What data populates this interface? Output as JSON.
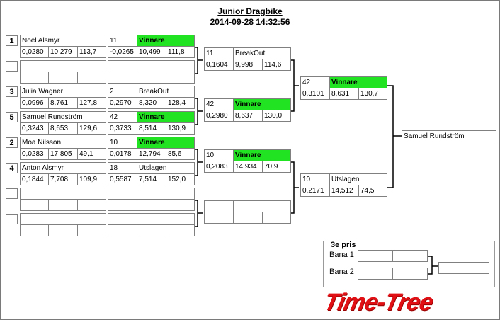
{
  "header": {
    "title": "Junior Dragbike",
    "datetime": "2014-09-28 14:32:56"
  },
  "round1": [
    {
      "seed": "1",
      "name": "Noel Alsmyr",
      "r": "0,0280",
      "et": "10,279",
      "spd": "113,7"
    },
    {
      "seed": "",
      "name": "",
      "r": "",
      "et": "",
      "spd": ""
    },
    {
      "seed": "3",
      "name": "Julia Wagner",
      "r": "0,0996",
      "et": "8,761",
      "spd": "127,8"
    },
    {
      "seed": "5",
      "name": "Samuel Rundström",
      "r": "0,3243",
      "et": "8,653",
      "spd": "129,6"
    },
    {
      "seed": "2",
      "name": "Moa Nilsson",
      "r": "0,0283",
      "et": "17,805",
      "spd": "49,1"
    },
    {
      "seed": "4",
      "name": "Anton Alsmyr",
      "r": "0,1844",
      "et": "7,708",
      "spd": "109,9"
    },
    {
      "seed": "",
      "name": "",
      "r": "",
      "et": "",
      "spd": ""
    },
    {
      "seed": "",
      "name": "",
      "r": "",
      "et": "",
      "spd": ""
    }
  ],
  "round2": [
    {
      "num": "11",
      "status": "Vinnare",
      "win": true,
      "r": "-0,0265",
      "et": "10,499",
      "spd": "111,8"
    },
    {
      "num": "",
      "status": "",
      "win": false,
      "r": "",
      "et": "",
      "spd": ""
    },
    {
      "num": "2",
      "status": "BreakOut",
      "win": false,
      "r": "0,2970",
      "et": "8,320",
      "spd": "128,4"
    },
    {
      "num": "42",
      "status": "Vinnare",
      "win": true,
      "r": "0,3733",
      "et": "8,514",
      "spd": "130,9"
    },
    {
      "num": "10",
      "status": "Vinnare",
      "win": true,
      "r": "0,0178",
      "et": "12,794",
      "spd": "85,6"
    },
    {
      "num": "18",
      "status": "Utslagen",
      "win": false,
      "r": "0,5587",
      "et": "7,514",
      "spd": "152,0"
    },
    {
      "num": "",
      "status": "",
      "win": false,
      "r": "",
      "et": "",
      "spd": ""
    },
    {
      "num": "",
      "status": "",
      "win": false,
      "r": "",
      "et": "",
      "spd": ""
    }
  ],
  "round3": [
    {
      "num": "11",
      "status": "BreakOut",
      "win": false,
      "r": "0,1604",
      "et": "9,998",
      "spd": "114,6"
    },
    {
      "num": "42",
      "status": "Vinnare",
      "win": true,
      "r": "0,2980",
      "et": "8,637",
      "spd": "130,0"
    },
    {
      "num": "10",
      "status": "Vinnare",
      "win": true,
      "r": "0,2083",
      "et": "14,934",
      "spd": "70,9"
    },
    {
      "num": "",
      "status": "",
      "win": false,
      "r": "",
      "et": "",
      "spd": ""
    }
  ],
  "round4": [
    {
      "num": "42",
      "status": "Vinnare",
      "win": true,
      "r": "0,3101",
      "et": "8,631",
      "spd": "130,7"
    },
    {
      "num": "10",
      "status": "Utslagen",
      "win": false,
      "r": "0,2171",
      "et": "14,512",
      "spd": "74,5"
    }
  ],
  "winner": "Samuel Rundström",
  "third": {
    "title": "3e pris",
    "lane1": "Bana 1",
    "lane2": "Bana 2"
  },
  "logo": "Time-Tree",
  "colors": {
    "win": "#22e322",
    "logo": "#e01015"
  }
}
